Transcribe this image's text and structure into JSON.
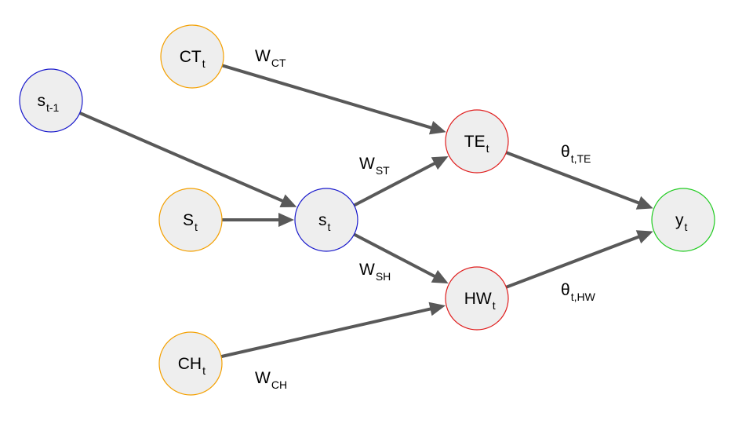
{
  "colors": {
    "blue": "#1a1acc",
    "orange": "#f4a000",
    "red": "#e01e1e",
    "green": "#22cc22",
    "node_fill": "#eeeeee",
    "edge": "#595959"
  },
  "nodes": {
    "s_prev": {
      "main": "s",
      "sub": "t-1",
      "color": "blue"
    },
    "ct": {
      "main": "CT",
      "sub": "t",
      "color": "orange"
    },
    "st_upper": {
      "main": "S",
      "sub": "t",
      "color": "orange"
    },
    "ch": {
      "main": "CH",
      "sub": "t",
      "color": "orange"
    },
    "s_t": {
      "main": "s",
      "sub": "t",
      "color": "blue"
    },
    "te": {
      "main": "TE",
      "sub": "t",
      "color": "red"
    },
    "hw": {
      "main": "HW",
      "sub": "t",
      "color": "red"
    },
    "y": {
      "main": "y",
      "sub": "t",
      "color": "green"
    }
  },
  "edges": [
    {
      "from": "ct",
      "to": "te",
      "label_main": "W",
      "label_sub": "CT"
    },
    {
      "from": "s_prev",
      "to": "s_t",
      "label_main": "",
      "label_sub": ""
    },
    {
      "from": "st_upper",
      "to": "s_t",
      "label_main": "",
      "label_sub": ""
    },
    {
      "from": "s_t",
      "to": "te",
      "label_main": "W",
      "label_sub": "ST"
    },
    {
      "from": "s_t",
      "to": "hw",
      "label_main": "W",
      "label_sub": "SH"
    },
    {
      "from": "ch",
      "to": "hw",
      "label_main": "W",
      "label_sub": "CH"
    },
    {
      "from": "te",
      "to": "y",
      "label_main": "θ",
      "label_sub": "t,TE"
    },
    {
      "from": "hw",
      "to": "y",
      "label_main": "θ",
      "label_sub": "t,HW"
    }
  ]
}
